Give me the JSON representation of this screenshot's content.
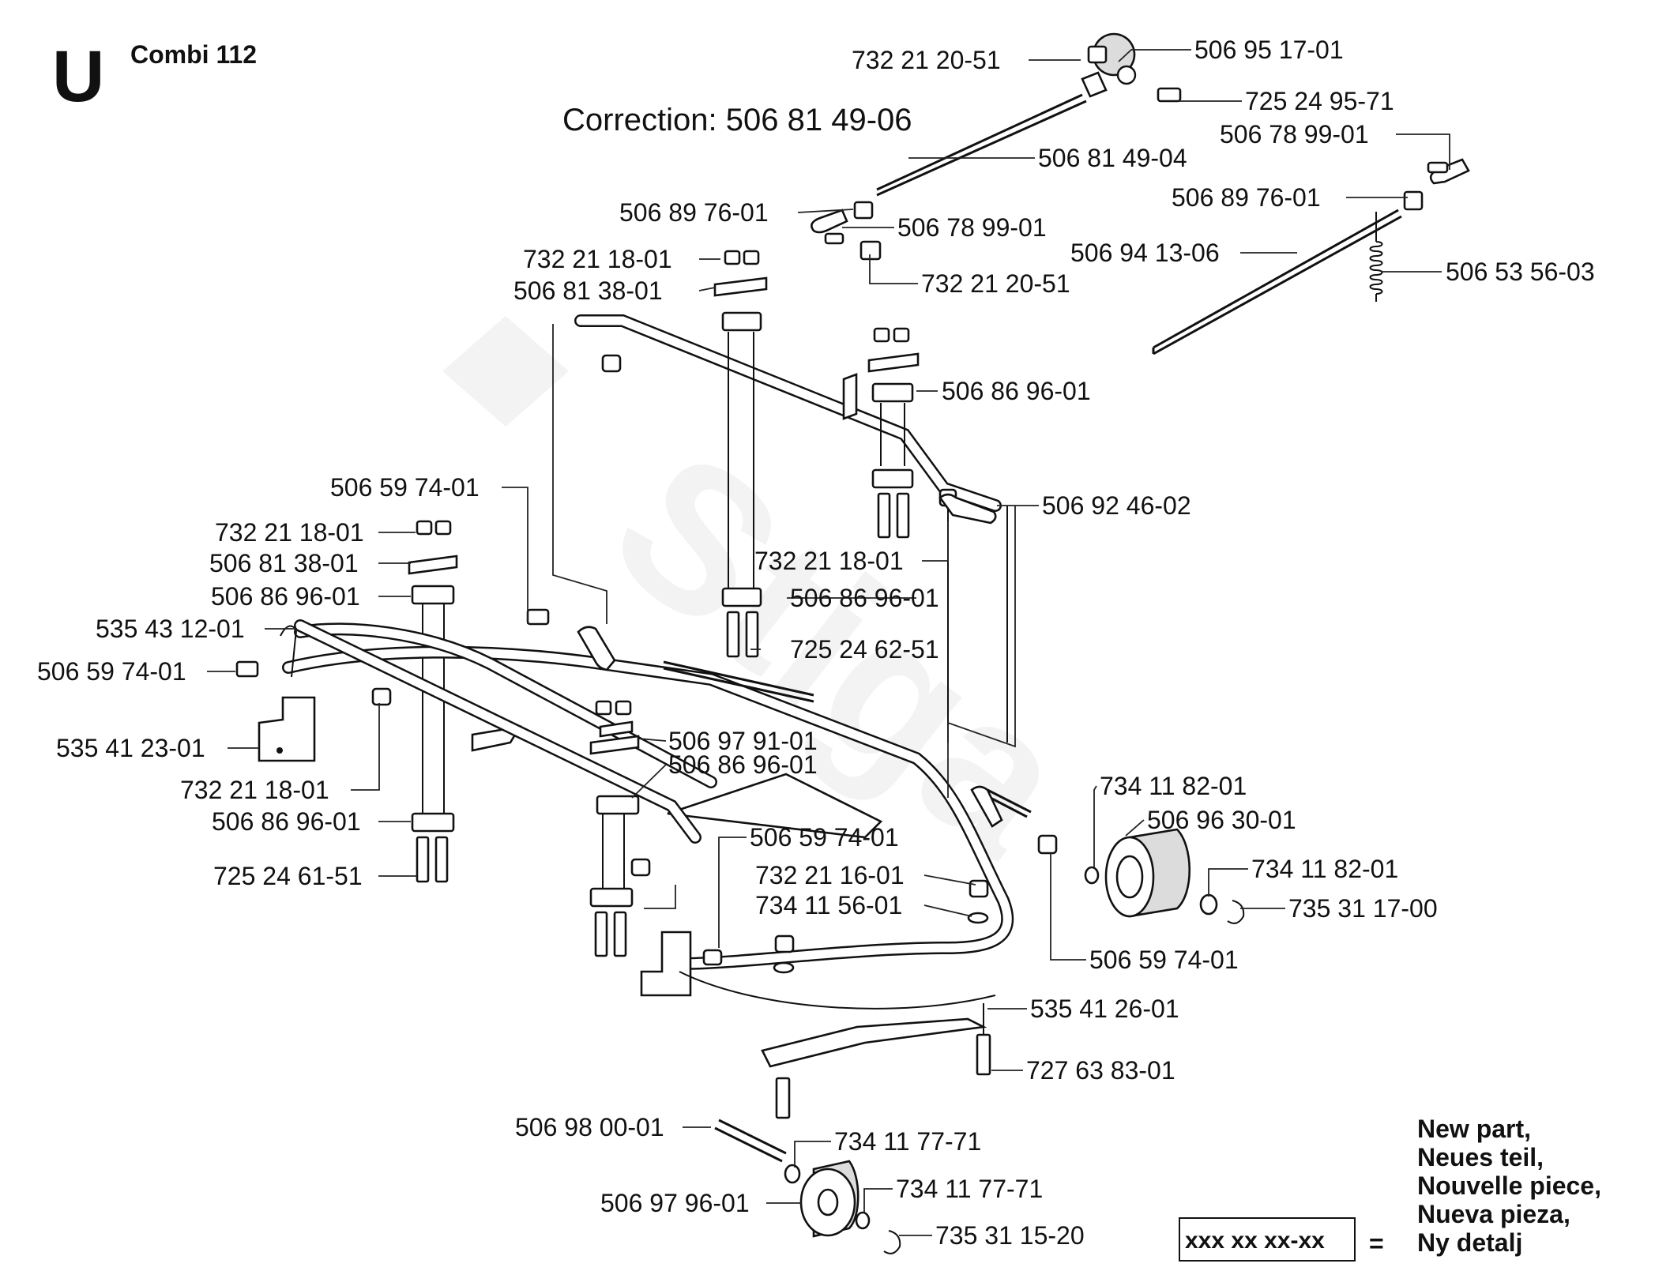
{
  "header": {
    "section_letter": "U",
    "model": "Combi 112",
    "correction": "Correction: 506 81 49-06"
  },
  "legend": {
    "sample": "xxx xx xx-xx",
    "equals": "=",
    "lines": [
      "New part,",
      "Neues teil,",
      "Nouvelle piece,",
      "Nueva pieza,",
      "Ny detalj"
    ]
  },
  "watermark": "Stiga",
  "callouts": [
    "732 21 20-51",
    "506 95 17-01",
    "725 24 95-71",
    "506 81 49-04",
    "506 78 99-01",
    "506 89 76-01",
    "506 78 99-01",
    "506 89 76-01",
    "506 94 13-06",
    "506 53 56-03",
    "732 21 20-51",
    "732 21 18-01",
    "506 81 38-01",
    "506 86 96-01",
    "506 92 46-02",
    "732 21 18-01",
    "506 86 96-01",
    "725 24 62-51",
    "506 59 74-01",
    "732 21 18-01",
    "506 81 38-01",
    "506 86 96-01",
    "535 43 12-01",
    "506 59 74-01",
    "535 41 23-01",
    "732 21 18-01",
    "506 86 96-01",
    "725 24 61-51",
    "506 97 91-01",
    "506 86 96-01",
    "506 59 74-01",
    "732 21 16-01",
    "734 11 56-01",
    "734 11 82-01",
    "506 96 30-01",
    "734 11 82-01",
    "735 31 17-00",
    "506 59 74-01",
    "535 41 26-01",
    "727 63 83-01",
    "506 98 00-01",
    "734 11 77-71",
    "506 97 96-01",
    "734 11 77-71",
    "735 31 15-20"
  ]
}
